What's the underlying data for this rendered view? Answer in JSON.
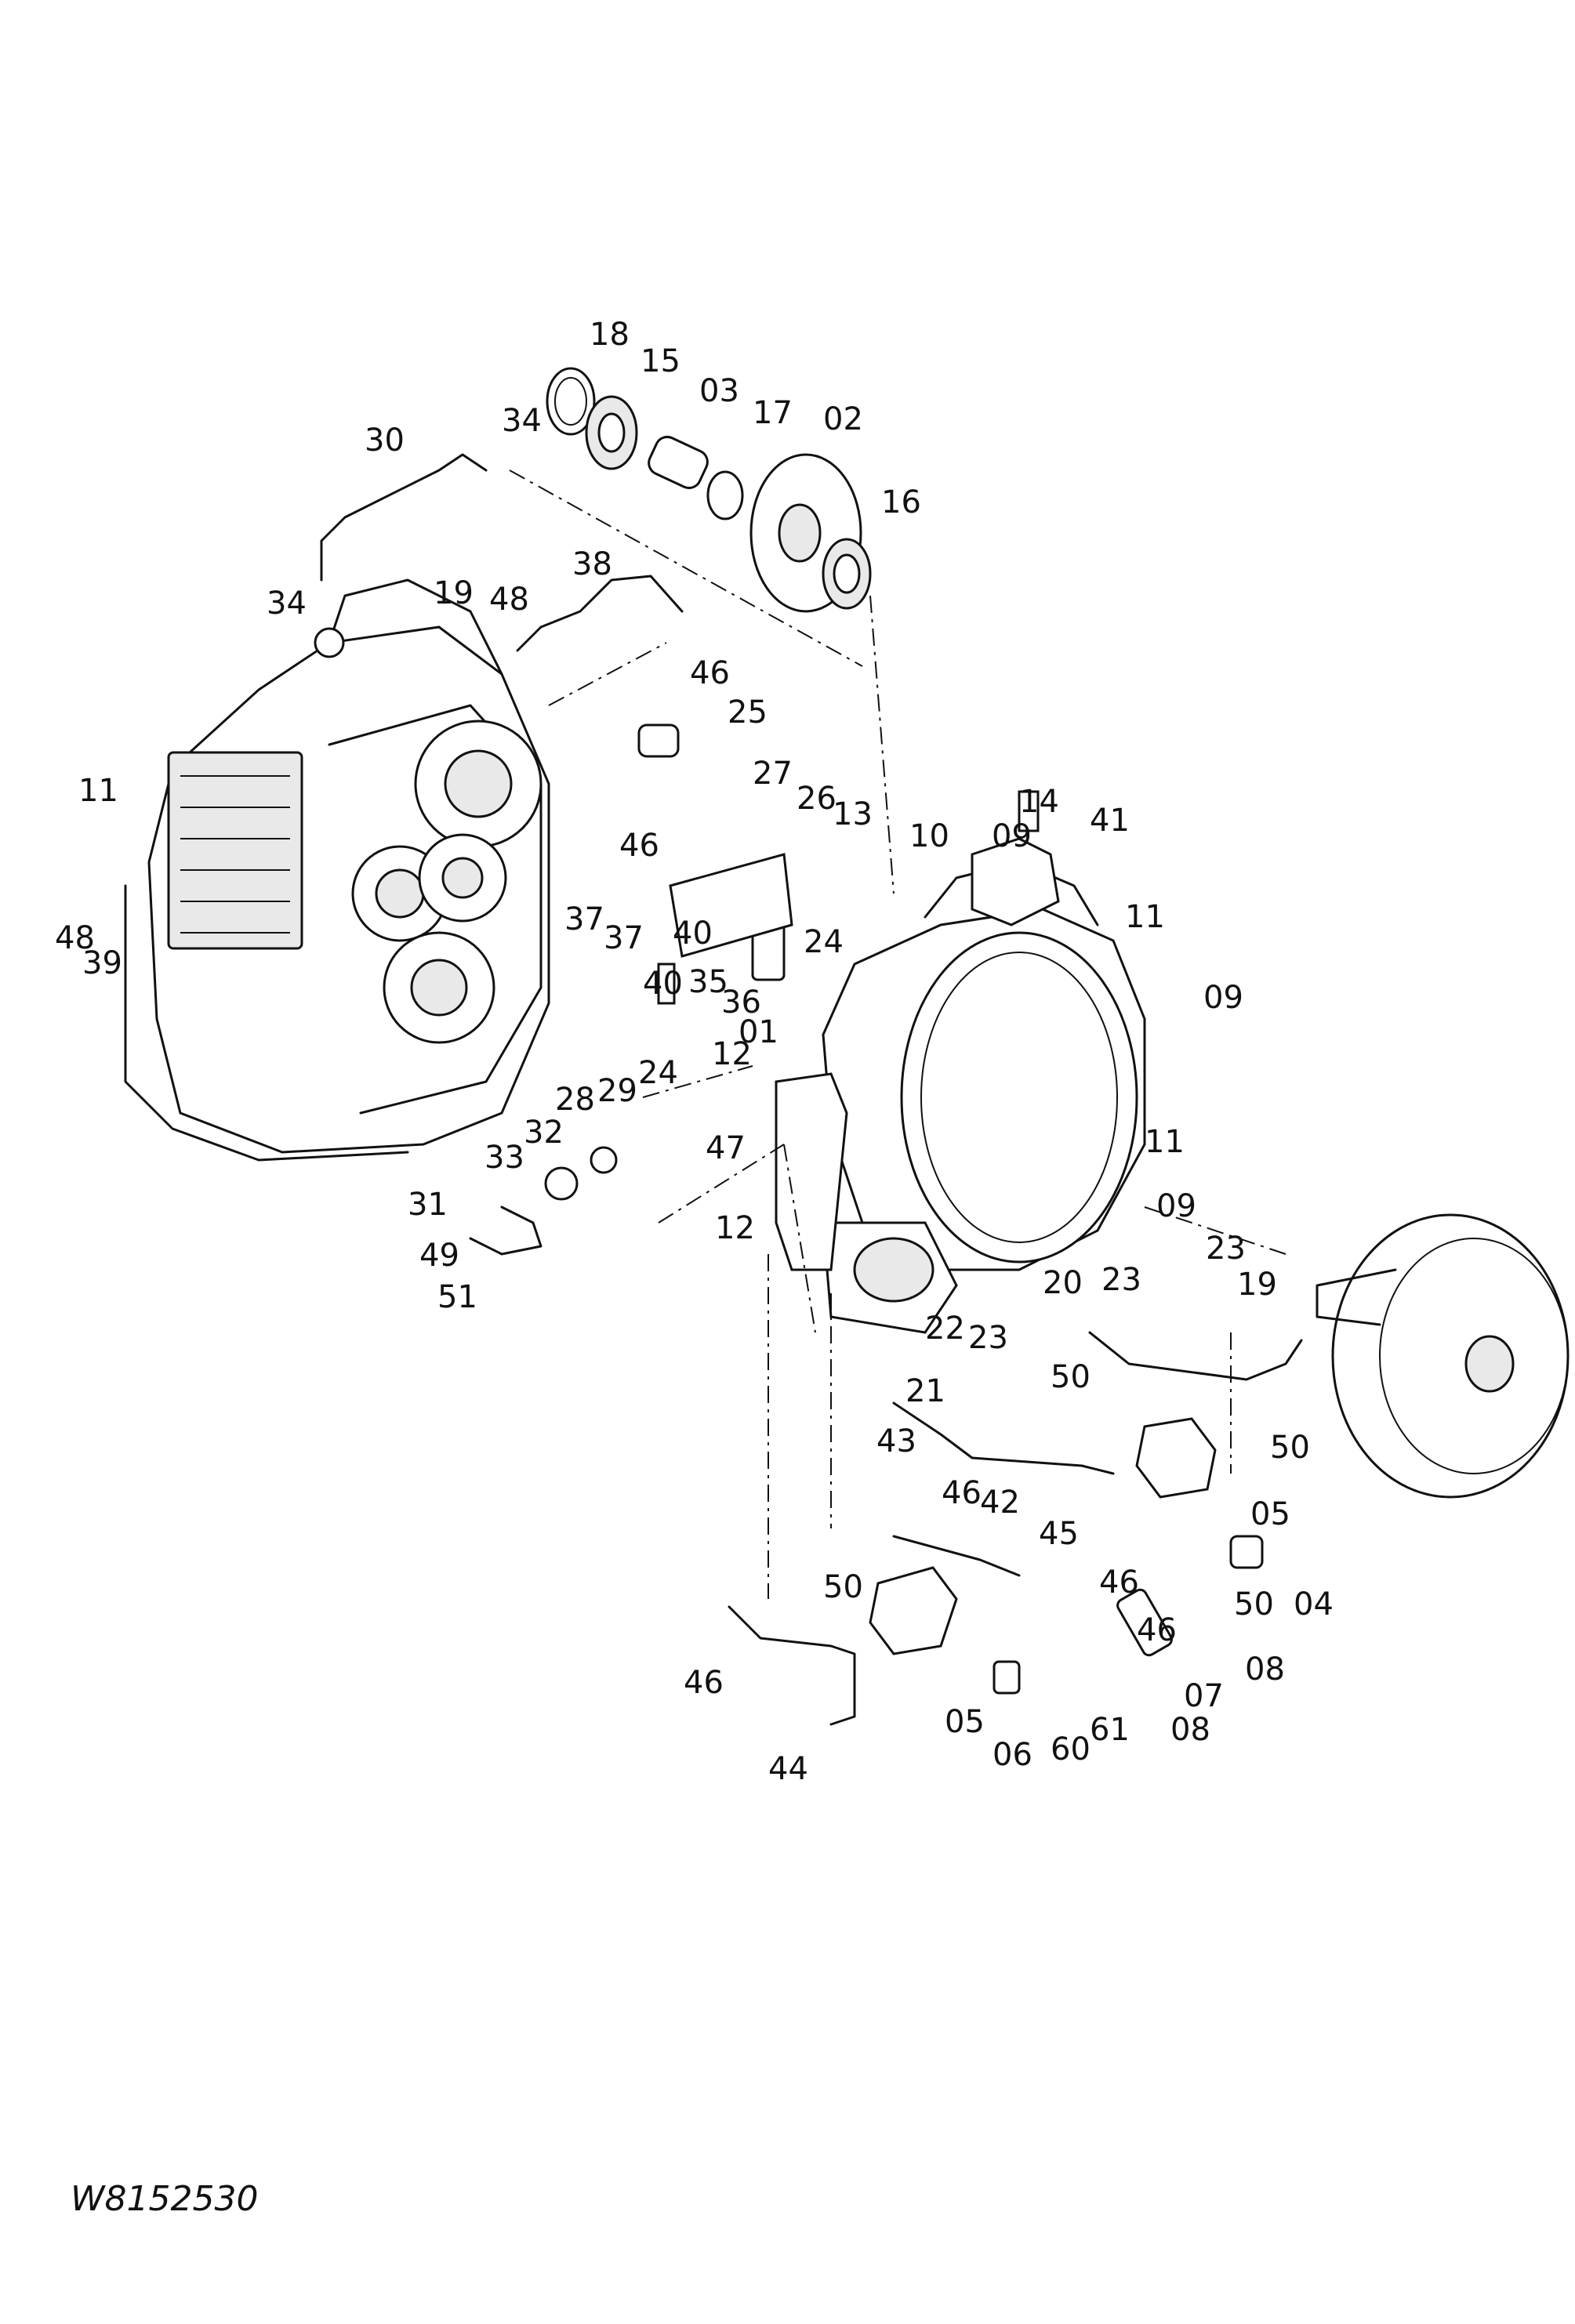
{
  "figure_id": "W8152530",
  "callouts": [
    "18",
    "15",
    "03",
    "17",
    "02",
    "16",
    "34",
    "30",
    "34",
    "38",
    "19",
    "48",
    "46",
    "25",
    "27",
    "26",
    "13",
    "14",
    "41",
    "10",
    "09",
    "11",
    "11",
    "48",
    "39",
    "46",
    "37",
    "37",
    "40",
    "40",
    "35",
    "36",
    "24",
    "09",
    "01",
    "12",
    "24",
    "29",
    "28",
    "32",
    "33",
    "31",
    "49",
    "51",
    "47",
    "12",
    "11",
    "09",
    "23",
    "20",
    "23",
    "22",
    "23",
    "21",
    "19",
    "50",
    "50",
    "43",
    "46",
    "42",
    "50",
    "45",
    "46",
    "05",
    "04",
    "50",
    "46",
    "08",
    "07",
    "05",
    "06",
    "60",
    "61",
    "08",
    "46",
    "44"
  ]
}
